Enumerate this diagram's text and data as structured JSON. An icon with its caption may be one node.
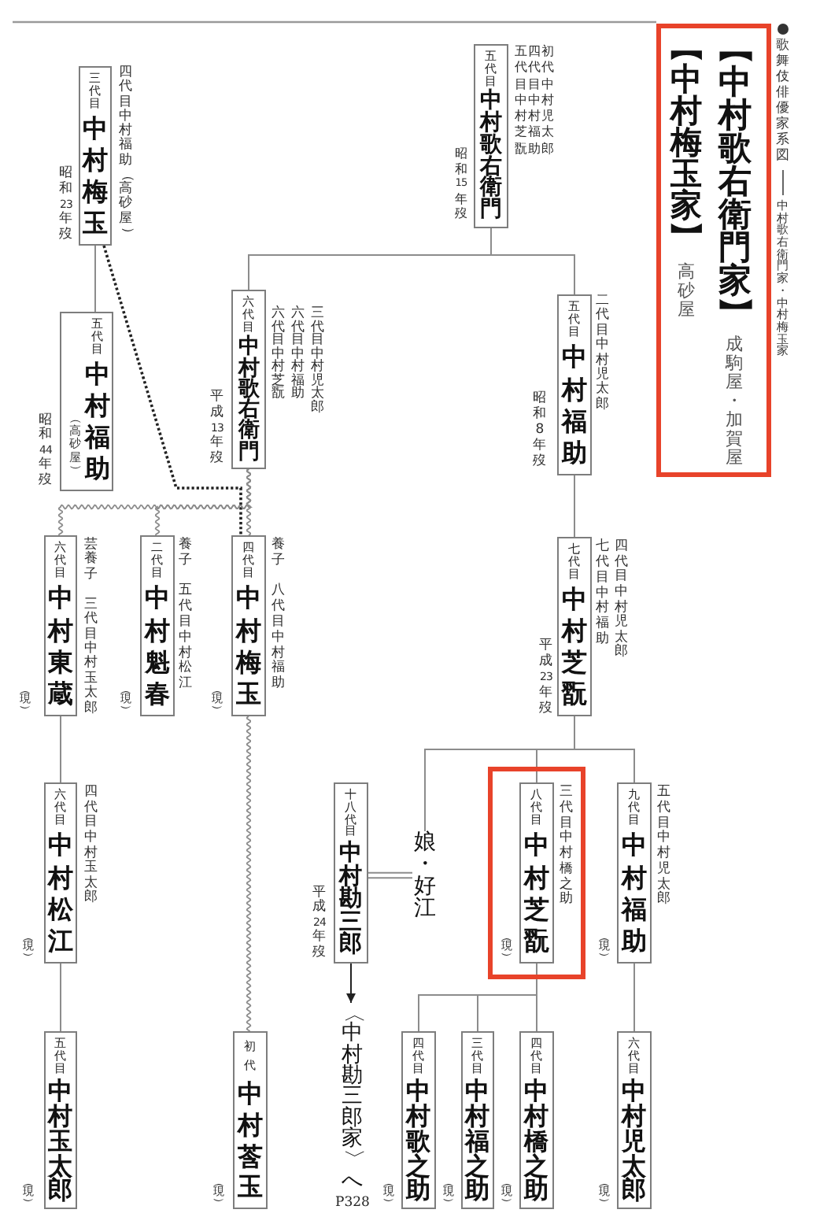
{
  "diagram": {
    "title": "歌舞伎俳優家系図",
    "nodes": [
      {
        "text": [
          "【中村歌右衛門家】",
          "成駒屋・加賀屋",
          "【中村梅玉家】",
          "高砂屋"
        ]
      },
      {
        "text": [
          "五代目",
          "中村歌右衛門"
        ],
        "beside": [
          "初代中村児太郎",
          "四代目中村福助",
          "五代目中村芝翫",
          "昭和15年歿"
        ]
      },
      {
        "text": [
          "三代目",
          "中村梅玉"
        ],
        "beside": [
          "四代目中村福助（高砂屋）",
          "昭和23年歿"
        ]
      },
      {
        "text": [
          "五代目",
          "中村福助"
        ],
        "beside": [
          "二代目中村児太郎",
          "昭和8年歿"
        ]
      },
      {
        "text": [
          "六代目",
          "中村歌右衛門"
        ],
        "beside": [
          "三代目中村児太郎",
          "六代目中村福助",
          "六代目中村芝翫",
          "平成13年歿"
        ]
      },
      {
        "text": [
          "五代目",
          "中村福助",
          "（高砂屋）"
        ],
        "beside": [
          "昭和44年歿"
        ]
      },
      {
        "text": [
          "七代目",
          "中村芝翫"
        ],
        "beside": [
          "四代目中村児太郎",
          "七代目中村福助",
          "平成23年歿"
        ]
      },
      {
        "text": [
          "四代目",
          "中村梅玉"
        ],
        "beside": [
          "養子",
          "八代目中村福助",
          "（現）"
        ]
      },
      {
        "text": [
          "二代目",
          "中村魁春"
        ],
        "beside": [
          "養子",
          "五代目中村松江",
          "（現）"
        ]
      },
      {
        "text": [
          "六代目",
          "中村東蔵"
        ],
        "beside": [
          "芸養子",
          "三代目中村玉太郎",
          "（現）"
        ]
      },
      {
        "text": [
          "九代目",
          "中村福助"
        ],
        "beside": [
          "五代目中村児太郎",
          "（現）"
        ]
      },
      {
        "text": [
          "八代目",
          "中村芝翫"
        ],
        "beside": [
          "三代目中村橋之助",
          "（現）"
        ]
      },
      {
        "text": [
          "娘・好江"
        ]
      },
      {
        "text": [
          "十八代目",
          "中村勘三郎"
        ],
        "beside": [
          "平成24年歿"
        ]
      },
      {
        "text": [
          "六代目",
          "中村松江"
        ],
        "beside": [
          "四代目中村玉太郎",
          "（現）"
        ]
      },
      {
        "text": [
          "〈中村勘三郎家〉へ",
          "P328"
        ]
      },
      {
        "text": [
          "六代目",
          "中村児太郎"
        ],
        "beside": [
          "（現）"
        ]
      },
      {
        "text": [
          "四代目",
          "中村橋之助"
        ],
        "beside": [
          "（現）"
        ]
      },
      {
        "text": [
          "三代目",
          "中村福之助"
        ],
        "beside": [
          "（現）"
        ]
      },
      {
        "text": [
          "四代目",
          "中村歌之助"
        ],
        "beside": [
          "（現）"
        ]
      },
      {
        "text": [
          "初代",
          "中村莟玉"
        ],
        "beside": [
          "（現）"
        ]
      },
      {
        "text": [
          "五代目",
          "中村玉太郎"
        ],
        "beside": [
          "（現）"
        ]
      }
    ],
    "edges": [
      {
        "from": 1,
        "to": 3,
        "arrow": "none"
      },
      {
        "from": 1,
        "to": 4,
        "arrow": "none"
      },
      {
        "from": 2,
        "to": 5,
        "arrow": "none"
      },
      {
        "from": 2,
        "to": 7,
        "arrow": "none",
        "style": "dashed",
        "color": "#222222"
      },
      {
        "from": 4,
        "to": 9,
        "arrow": "none"
      },
      {
        "from": 4,
        "to": 8,
        "arrow": "none"
      },
      {
        "from": 4,
        "to": 7,
        "arrow": "none"
      },
      {
        "from": 3,
        "to": 6,
        "arrow": "none"
      },
      {
        "from": 6,
        "to": 10,
        "arrow": "none"
      },
      {
        "from": 6,
        "to": 11,
        "arrow": "none"
      },
      {
        "from": 6,
        "to": 12,
        "arrow": "none"
      },
      {
        "from": 13,
        "to": 12,
        "arrow": "none"
      },
      {
        "from": 9,
        "to": 14,
        "arrow": "none"
      },
      {
        "from": 13,
        "to": 15,
        "arrow": "to",
        "color": "#222222"
      },
      {
        "from": 7,
        "to": 20,
        "arrow": "none"
      },
      {
        "from": 14,
        "to": 21,
        "arrow": "none"
      },
      {
        "from": 10,
        "to": 16,
        "arrow": "none"
      },
      {
        "from": 11,
        "to": 17,
        "arrow": "none"
      },
      {
        "from": 11,
        "to": 18,
        "arrow": "none"
      },
      {
        "from": 11,
        "to": 19,
        "arrow": "none"
      }
    ],
    "labels": [
      "中村歌右衛門家・中村梅玉家"
    ]
  }
}
